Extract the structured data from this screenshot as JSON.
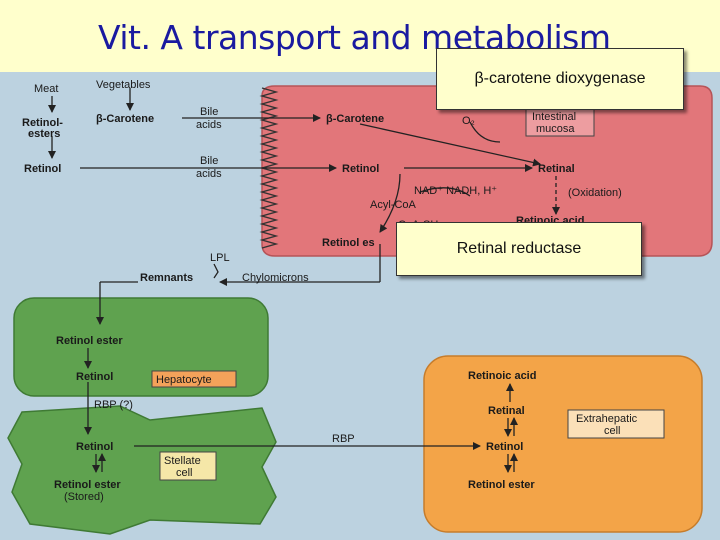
{
  "slide": {
    "title": "Vit. A transport and metabolism"
  },
  "callouts": {
    "dioxygenase": "β-carotene dioxygenase",
    "reductase": "Retinal reductase"
  },
  "diagram": {
    "meat": "Meat",
    "vegetables": "Vegetables",
    "retinol_esters_1": "Retinol-",
    "retinol_esters_2": "esters",
    "beta_carotene_left": "β-Carotene",
    "retinol_left": "Retinol",
    "bile1_1": "Bile",
    "bile1_2": "acids",
    "bile2_1": "Bile",
    "bile2_2": "acids",
    "beta_carotene_mucosa": "β-Carotene",
    "o2": "O₂",
    "intestinal_mucosa_1": "Intestinal",
    "intestinal_mucosa_2": "mucosa",
    "retinol_mucosa": "Retinol",
    "retinal_mucosa": "Retinal",
    "nad": "NAD⁺  NADH, H⁺",
    "oxidation": "(Oxidation)",
    "acyl_coa": "Acyl-CoA",
    "coa_sh": "CoA-SH",
    "retinoic_acid_mucosa": "Retinoic acid",
    "retinol_ester_mucosa": "Retinol es",
    "lpl": "LPL",
    "remnants": "Remnants",
    "chylomicrons": "Chylomicrons",
    "hep_retinol_ester": "Retinol ester",
    "hep_retinol": "Retinol",
    "hepatocyte": "Hepatocyte",
    "rbp_q": "RBP (?)",
    "stellate_retinol": "Retinol",
    "stellate_1": "Stellate",
    "stellate_2": "cell",
    "stellate_ester": "Retinol ester",
    "stored": "(Stored)",
    "rbp": "RBP",
    "extra_retinoic_acid": "Retinoic acid",
    "extra_retinal": "Retinal",
    "extra_retinol": "Retinol",
    "extra_retinol_ester": "Retinol ester",
    "extrahepatic_1": "Extrahepatic",
    "extrahepatic_2": "cell"
  }
}
